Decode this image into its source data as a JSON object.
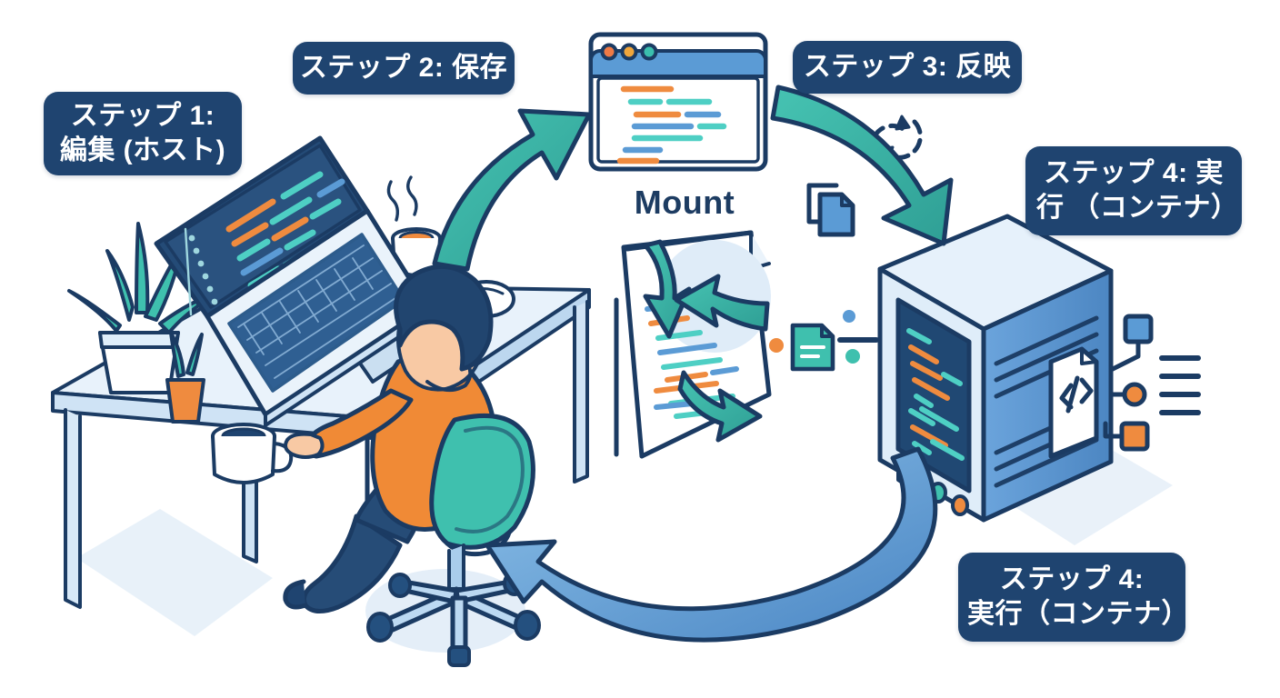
{
  "diagram": {
    "title_text": "Mount",
    "background_color": "#ffffff",
    "badge_color": "#1f4470",
    "badge_text_color": "#ffffff",
    "ink_color": "#1b3b63",
    "accent_teal": "#3bb3a6",
    "accent_blue": "#5b9bd5",
    "accent_orange": "#ef8b3f"
  },
  "steps": [
    {
      "id": "step1",
      "label": "ステップ 1:\n編集 (ホスト)",
      "position": "top-left"
    },
    {
      "id": "step2",
      "label": "ステップ 2: 保存",
      "position": "top-center-left"
    },
    {
      "id": "step3",
      "label": "ステップ 3: 反映",
      "position": "top-center-right"
    },
    {
      "id": "step4",
      "label": "ステップ 4: 実\n行 （コンテナ）",
      "position": "top-right"
    },
    {
      "id": "step4b",
      "label": "ステップ 4:\n実行（コンテナ）",
      "position": "bottom-right"
    }
  ],
  "scene": {
    "host": {
      "name": "host-workstation",
      "elements": [
        "desk",
        "laptop",
        "developer",
        "office-chair",
        "mouse",
        "coffee-mug",
        "tea-mug",
        "potted-plant-large",
        "potted-plant-small"
      ]
    },
    "editor_window": {
      "name": "code-editor-window",
      "dots": [
        "#ef7a45",
        "#f0a63c",
        "#3bbfae"
      ],
      "code_lines": 8
    },
    "mount_document": {
      "name": "mount-document",
      "arrows": [
        "down",
        "left",
        "right"
      ]
    },
    "container": {
      "name": "container-server",
      "icons": [
        "code-file-icon",
        "circuit-icon",
        "status-led-teal",
        "status-led-orange"
      ]
    },
    "flow_arrows": [
      {
        "name": "save-arrow",
        "from": "laptop",
        "to": "code-editor-window",
        "color": "#3bb3a6"
      },
      {
        "name": "sync-arrow",
        "from": "code-editor-window",
        "to": "container-server",
        "color": "#3bb3a6"
      },
      {
        "name": "run-arrow",
        "from": "container-server",
        "to": "office-chair",
        "color": "#5b9bd5"
      }
    ],
    "decor_icons": [
      "sync-refresh-icon",
      "file-copy-icon",
      "small-file-icon"
    ]
  }
}
